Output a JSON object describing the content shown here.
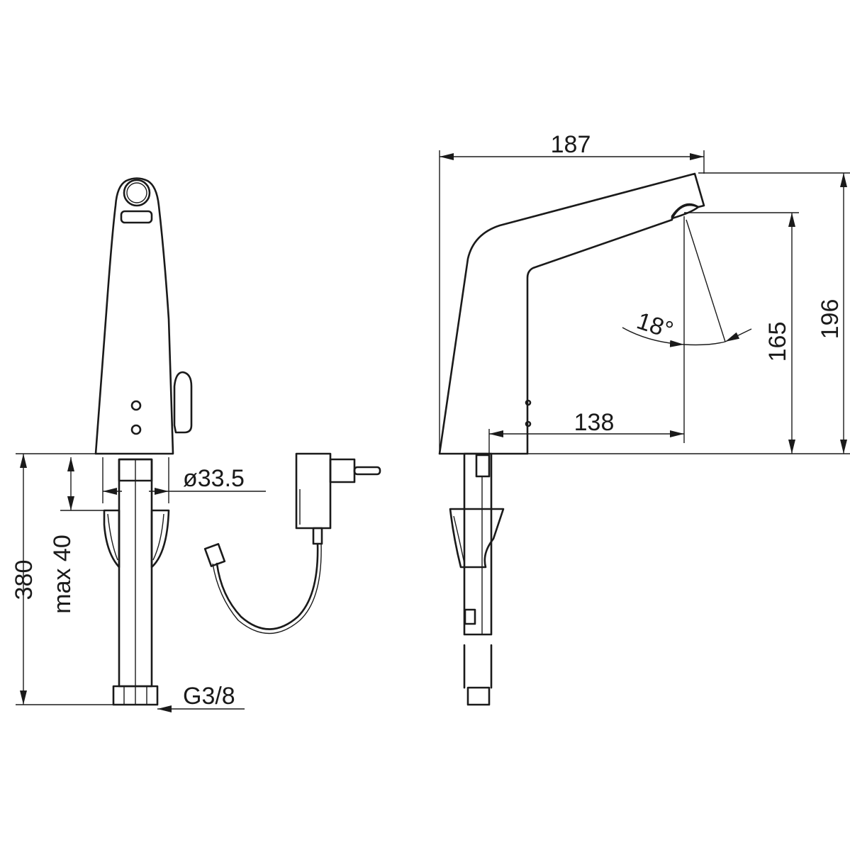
{
  "title": "Electronic basin mixer dimension drawing",
  "dimensions": {
    "total_height": "380",
    "max_deck_thickness": "max 40",
    "hole_diameter": "ø33.5",
    "connection_thread": "G3/8",
    "spout_length": "187",
    "overall_height": "196",
    "outlet_height": "165",
    "reach": "138",
    "swivel_angle": "18°"
  }
}
